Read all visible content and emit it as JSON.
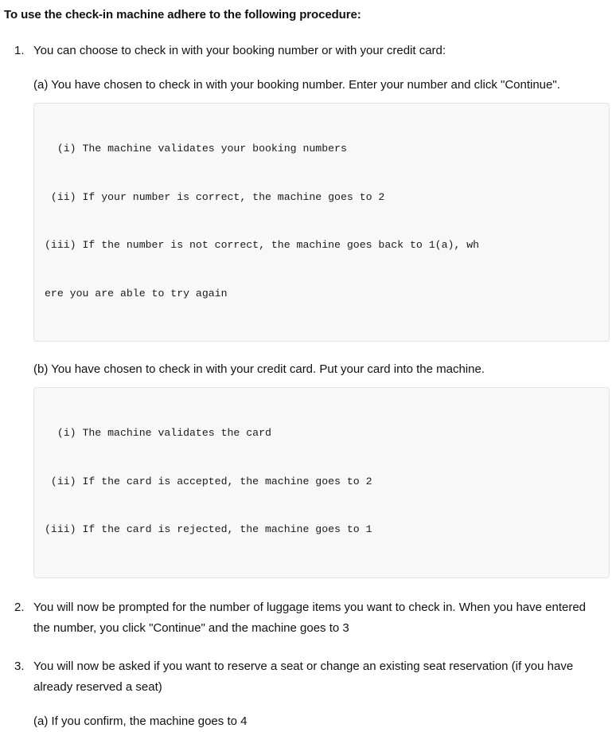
{
  "document": {
    "heading": "To use the check-in machine adhere to the following procedure:",
    "steps": [
      {
        "marker": "1.",
        "text": "You can choose to check in with your booking number or with your credit card:",
        "sub_paragraphs": [
          {
            "label": "(a)",
            "text": "(a) You have chosen to check in with your booking number. Enter your number and click \"Continue\".",
            "code_block": {
              "lines": [
                "  (i) The machine validates your booking numbers",
                " (ii) If your number is correct, the machine goes to 2",
                "(iii) If the number is not correct, the machine goes back to 1(a), wh",
                "ere you are able to try again"
              ]
            }
          },
          {
            "label": "(b)",
            "text": "(b) You have chosen to check in with your credit card. Put your card into the machine.",
            "code_block": {
              "lines": [
                "  (i) The machine validates the card",
                " (ii) If the card is accepted, the machine goes to 2",
                "(iii) If the card is rejected, the machine goes to 1"
              ]
            }
          }
        ]
      },
      {
        "marker": "2.",
        "text": "You will now be prompted for the number of luggage items you want to check in. When you have entered the number, you click \"Continue\" and the machine goes to 3",
        "sub_paragraphs": []
      },
      {
        "marker": "3.",
        "text": "You will now be asked if you want to reserve a seat or change an existing seat reservation (if you have already reserved a seat)",
        "sub_paragraphs": [
          {
            "label": "(a)",
            "text": "(a) If you confirm, the machine goes to 4",
            "code_block": null
          }
        ]
      }
    ]
  },
  "theme": {
    "background": "#ffffff",
    "text_color": "#111111",
    "code_background": "#f8f8f8",
    "code_border": "#e3e3e3"
  }
}
